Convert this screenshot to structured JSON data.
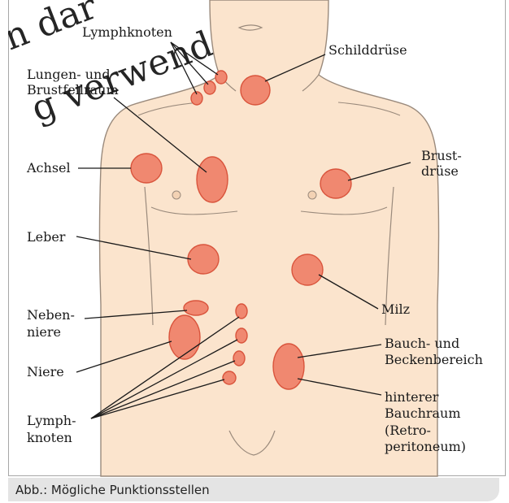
{
  "watermark": "Nicht zur Weitergabe an Dritte und nur für den internen Gebrauch; jede Vervielfältigung ist untersagt. Nutzung darf nur nach Genehmigung verwendet",
  "watermark_visible_fragments": [
    "n dar",
    "g verwend"
  ],
  "caption": "Abb.: Mögliche Punktionsstellen",
  "labels": {
    "lymphknoten_top": "Lymphknoten",
    "lungen_1": "Lungen- und",
    "lungen_2": "Brustfellraum",
    "schilddruese": "Schilddrüse",
    "achsel": "Achsel",
    "brust_1": "Brust-",
    "brust_2": "drüse",
    "leber": "Leber",
    "milz": "Milz",
    "neben_1": "Neben-",
    "neben_2": "niere",
    "niere": "Niere",
    "bauch_1": "Bauch- und",
    "bauch_2": "Beckenbereich",
    "lymph_bottom_1": "Lymph-",
    "lymph_bottom_2": "knoten",
    "retro_1": "hinterer",
    "retro_2": "Bauchraum",
    "retro_3": "(Retro-",
    "retro_4": "peritoneum)"
  },
  "colors": {
    "skin": "#fbe4cd",
    "skin_shadow": "#f3d2b4",
    "outline": "#9a8a7c",
    "site_fill": "#f08870",
    "site_stroke": "#d9543c",
    "leader": "#1a1a1a",
    "caption_bg": "#e4e4e4"
  }
}
